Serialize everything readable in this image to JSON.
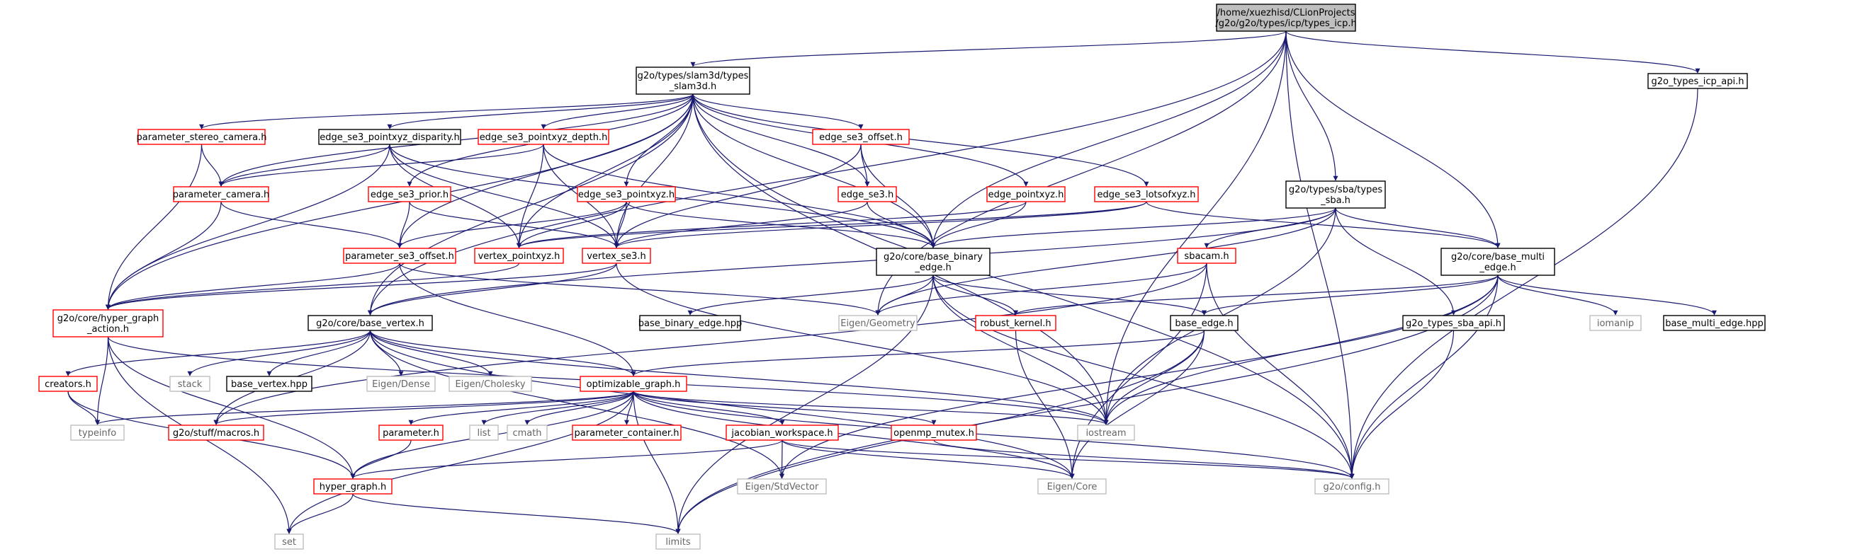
{
  "colors": {
    "edge": "#191970",
    "root_fill": "#bfbfbf",
    "border_black": "#000000",
    "border_red": "#ff0000",
    "border_grey": "#bfbfbf",
    "text_grey": "#666666"
  },
  "nodes": {
    "root": [
      "/home/xuezhisd/CLionProjects",
      "/g2o/g2o/types/icp/types_icp.h"
    ],
    "slam3d": [
      "g2o/types/slam3d/types",
      "_slam3d.h"
    ],
    "icp_api": [
      "g2o_types_icp_api.h"
    ],
    "param_stereo": [
      "parameter_stereo_camera.h"
    ],
    "edge_disp": [
      "edge_se3_pointxyz_disparity.h"
    ],
    "edge_depth": [
      "edge_se3_pointxyz_depth.h"
    ],
    "edge_offset": [
      "edge_se3_offset.h"
    ],
    "param_camera": [
      "parameter_camera.h"
    ],
    "edge_prior": [
      "edge_se3_prior.h"
    ],
    "edge_pointxyz3": [
      "edge_se3_pointxyz.h"
    ],
    "edge_se3": [
      "edge_se3.h"
    ],
    "edge_pointxyz": [
      "edge_pointxyz.h"
    ],
    "edge_lotsof": [
      "edge_se3_lotsofxyz.h"
    ],
    "sba": [
      "g2o/types/sba/types",
      "_sba.h"
    ],
    "param_offset": [
      "parameter_se3_offset.h"
    ],
    "vertex_pointxyz": [
      "vertex_pointxyz.h"
    ],
    "vertex_se3": [
      "vertex_se3.h"
    ],
    "base_binary": [
      "g2o/core/base_binary",
      "_edge.h"
    ],
    "sbacam": [
      "sbacam.h"
    ],
    "base_multi": [
      "g2o/core/base_multi",
      "_edge.h"
    ],
    "hyper_action": [
      "g2o/core/hyper_graph",
      "_action.h"
    ],
    "base_vertex": [
      "g2o/core/base_vertex.h"
    ],
    "base_binary_hpp": [
      "base_binary_edge.hpp"
    ],
    "eigen_geometry": [
      "Eigen/Geometry"
    ],
    "robust_kernel": [
      "robust_kernel.h"
    ],
    "base_edge": [
      "base_edge.h"
    ],
    "sba_api": [
      "g2o_types_sba_api.h"
    ],
    "iomanip": [
      "iomanip"
    ],
    "base_multi_hpp": [
      "base_multi_edge.hpp"
    ],
    "creators": [
      "creators.h"
    ],
    "stack": [
      "stack"
    ],
    "base_vertex_hpp": [
      "base_vertex.hpp"
    ],
    "eigen_dense": [
      "Eigen/Dense"
    ],
    "eigen_cholesky": [
      "Eigen/Cholesky"
    ],
    "optimizable": [
      "optimizable_graph.h"
    ],
    "typeinfo": [
      "typeinfo"
    ],
    "macros": [
      "g2o/stuff/macros.h"
    ],
    "parameter": [
      "parameter.h"
    ],
    "list": [
      "list"
    ],
    "cmath": [
      "cmath"
    ],
    "param_container": [
      "parameter_container.h"
    ],
    "jacobian": [
      "jacobian_workspace.h"
    ],
    "openmp": [
      "openmp_mutex.h"
    ],
    "iostream": [
      "iostream"
    ],
    "hyper_graph": [
      "hyper_graph.h"
    ],
    "eigen_stdvector": [
      "Eigen/StdVector"
    ],
    "eigen_core": [
      "Eigen/Core"
    ],
    "config": [
      "g2o/config.h"
    ],
    "set": [
      "set"
    ],
    "limits": [
      "limits"
    ]
  }
}
